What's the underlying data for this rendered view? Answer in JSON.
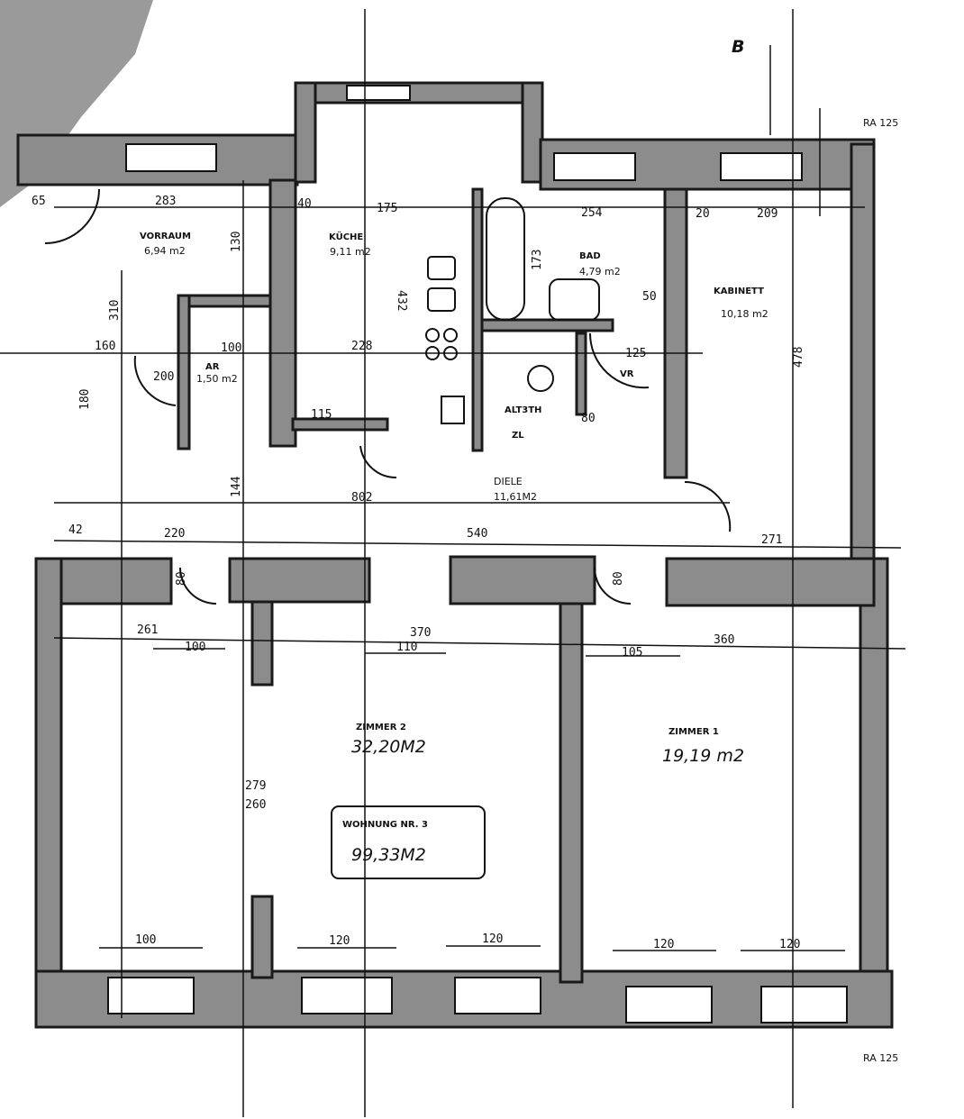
{
  "sheet_marker": "B",
  "rooms": {
    "vorraum": {
      "name": "VORRAUM",
      "area": "6,94 m2"
    },
    "kueche": {
      "name": "KÜCHE",
      "area": "9,11 m2"
    },
    "ar": {
      "name": "AR",
      "area": "1,50 m2"
    },
    "bad": {
      "name": "BAD",
      "area": "4,79 m2"
    },
    "kabinett": {
      "name": "KABINETT",
      "area": "10,18 m2"
    },
    "vr": {
      "name": "VR"
    },
    "wc": {
      "name": "ALT3TH",
      "sub": "ZL"
    },
    "diele": {
      "name": "DIELE",
      "area": "11,61M2"
    },
    "zimmer2": {
      "name": "ZIMMER 2",
      "area": "32,20M2"
    },
    "zimmer1": {
      "name": "ZIMMER 1",
      "area": "19,19 m2"
    }
  },
  "apartment": {
    "name": "WOHNUNG NR. 3",
    "area": "99,33M2"
  },
  "dimensions": {
    "d283": "283",
    "d175": "175",
    "d40": "40",
    "d254": "254",
    "d209": "209",
    "d20": "20",
    "d228": "228",
    "d160": "160",
    "d100": "100",
    "d200": "200",
    "d802": "802",
    "d540": "540",
    "d220": "220",
    "d261": "261",
    "d370": "370",
    "d360": "360",
    "d279": "279",
    "d260": "260",
    "d478": "478",
    "d432": "432",
    "d130": "130",
    "d310": "310",
    "d180": "180",
    "d50": "50",
    "d125": "125",
    "d173": "173",
    "d115": "115",
    "d144": "144",
    "d42": "42",
    "d120a": "120",
    "d120b": "120",
    "d120c": "120",
    "d120d": "120",
    "d110": "110",
    "d105": "105",
    "d100b": "100",
    "d80a": "80",
    "d80b": "80",
    "d80c": "80",
    "d271": "271",
    "d65": "65"
  },
  "elevations": {
    "ra_top": "RA 125",
    "ra_bottom": "RA 125"
  }
}
